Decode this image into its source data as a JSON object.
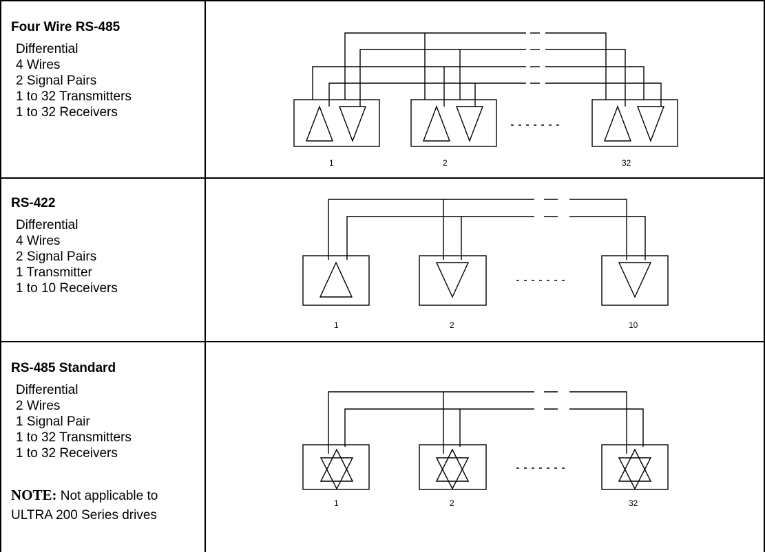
{
  "sections": [
    {
      "title": "Four Wire RS-485",
      "items": [
        "Differential",
        "4 Wires",
        "2 Signal Pairs",
        "1 to 32 Transmitters",
        "1 to 32 Receivers"
      ],
      "nodes": [
        "1",
        "2",
        "32"
      ]
    },
    {
      "title": "RS-422",
      "items": [
        "Differential",
        "4 Wires",
        "2 Signal Pairs",
        "1 Transmitter",
        "1 to 10 Receivers"
      ],
      "nodes": [
        "1",
        "2",
        "10"
      ]
    },
    {
      "title": "RS-485 Standard",
      "items": [
        "Differential",
        "2 Wires",
        "1 Signal Pair",
        "1 to 32 Transmitters",
        "1 to 32 Receivers"
      ],
      "nodes": [
        "1",
        "2",
        "32"
      ]
    }
  ],
  "note": {
    "label": "NOTE:",
    "text_line1": "Not applicable to",
    "text_line2": "ULTRA 200 Series drives"
  }
}
